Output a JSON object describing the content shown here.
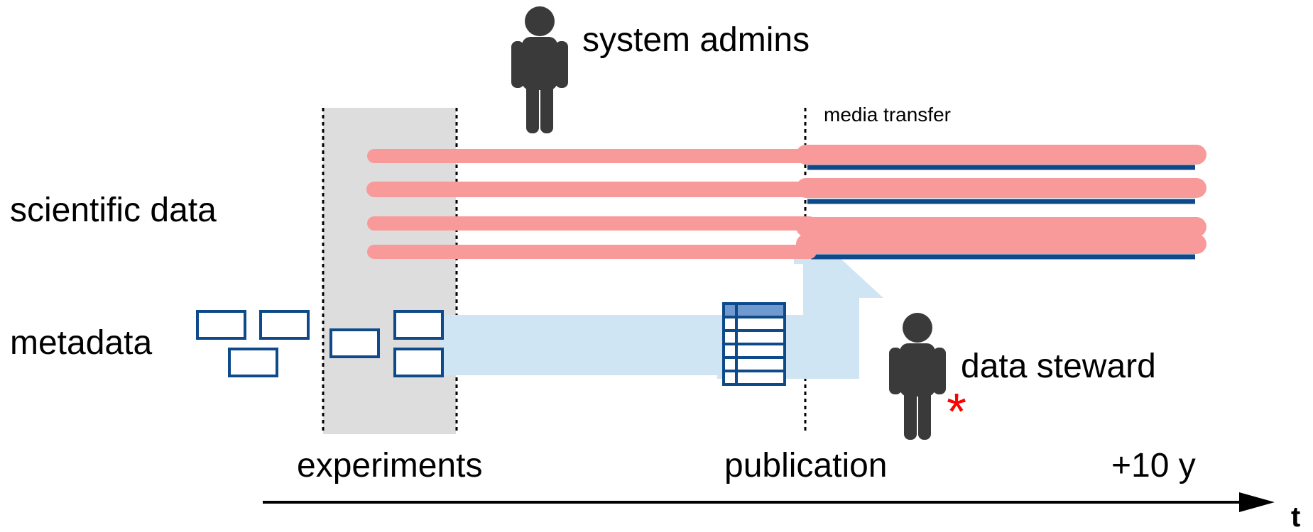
{
  "labels": {
    "system_admins": "system admins",
    "media_transfer": "media transfer",
    "scientific_data": "scientific data",
    "metadata": "metadata",
    "data_steward": "data steward",
    "experiments": "experiments",
    "publication": "publication",
    "plus_10y": "+10 y",
    "t": "t",
    "asterisk": "*"
  },
  "colors": {
    "data_line": "#f99a9a",
    "media_line": "#0e4a8a",
    "metadata_box": "#0e4a8a",
    "metadata_flow": "#cfe5f4",
    "experiment_period": "#dddddd",
    "person": "#3a3a3a",
    "asterisk": "#ff0000",
    "axis": "#000000"
  },
  "icons": {
    "system_admins": "person-icon",
    "data_steward": "person-icon",
    "publication_table": "table-icon"
  },
  "data_streams": 4,
  "metadata_records": 6
}
